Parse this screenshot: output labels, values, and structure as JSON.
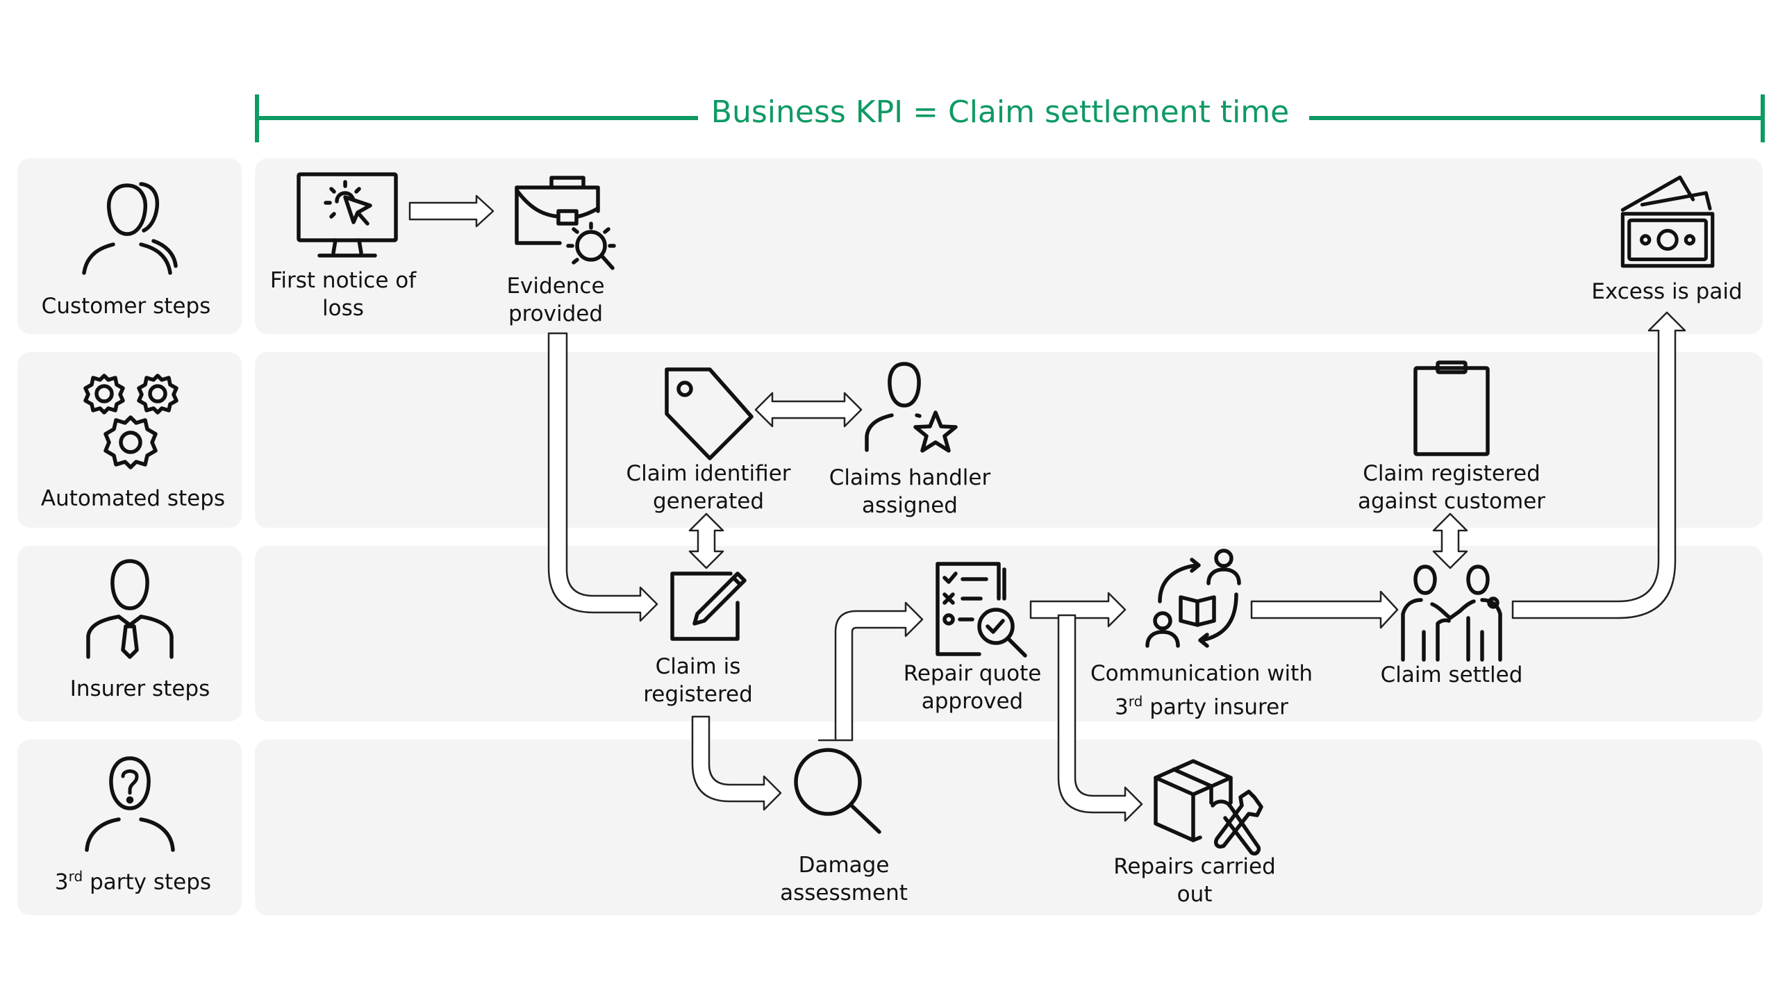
{
  "kpi": {
    "title": "Business KPI = Claim settlement time",
    "color": "#0e9a63"
  },
  "lanes": [
    {
      "id": "customer",
      "label": "Customer steps"
    },
    {
      "id": "automated",
      "label": "Automated steps"
    },
    {
      "id": "insurer",
      "label": "Insurer steps"
    },
    {
      "id": "third",
      "label_prefix": "3",
      "label_sup": "rd",
      "label_suffix": " party steps"
    }
  ],
  "steps": {
    "fnol": {
      "line1": "First notice of",
      "line2": "loss"
    },
    "evidence": {
      "line1": "Evidence",
      "line2": "provided"
    },
    "excess": {
      "line1": "Excess is paid"
    },
    "claim_id": {
      "line1": "Claim identifier",
      "line2": "generated"
    },
    "handler": {
      "line1": "Claims handler",
      "line2": "assigned"
    },
    "registered_customer": {
      "line1": "Claim registered",
      "line2": "against customer"
    },
    "registered": {
      "line1": "Claim is",
      "line2": "registered"
    },
    "repair_quote": {
      "line1": "Repair quote",
      "line2": "approved"
    },
    "comms": {
      "line1": "Communication with",
      "line2_prefix": "3",
      "line2_sup": "rd",
      "line2_suffix": " party insurer"
    },
    "settled": {
      "line1": "Claim settled"
    },
    "damage": {
      "line1": "Damage",
      "line2": "assessment"
    },
    "repairs": {
      "line1": "Repairs carried",
      "line2": "out"
    }
  },
  "icons": [
    "customer-icon",
    "automated-gears-icon",
    "insurer-icon",
    "third-party-icon",
    "computer-click-icon",
    "briefcase-search-icon",
    "money-notes-icon",
    "price-tag-icon",
    "person-star-icon",
    "clipboard-icon",
    "edit-icon",
    "checklist-search-icon",
    "communication-cycle-icon",
    "handshake-people-icon",
    "magnifier-icon",
    "box-tools-icon"
  ]
}
